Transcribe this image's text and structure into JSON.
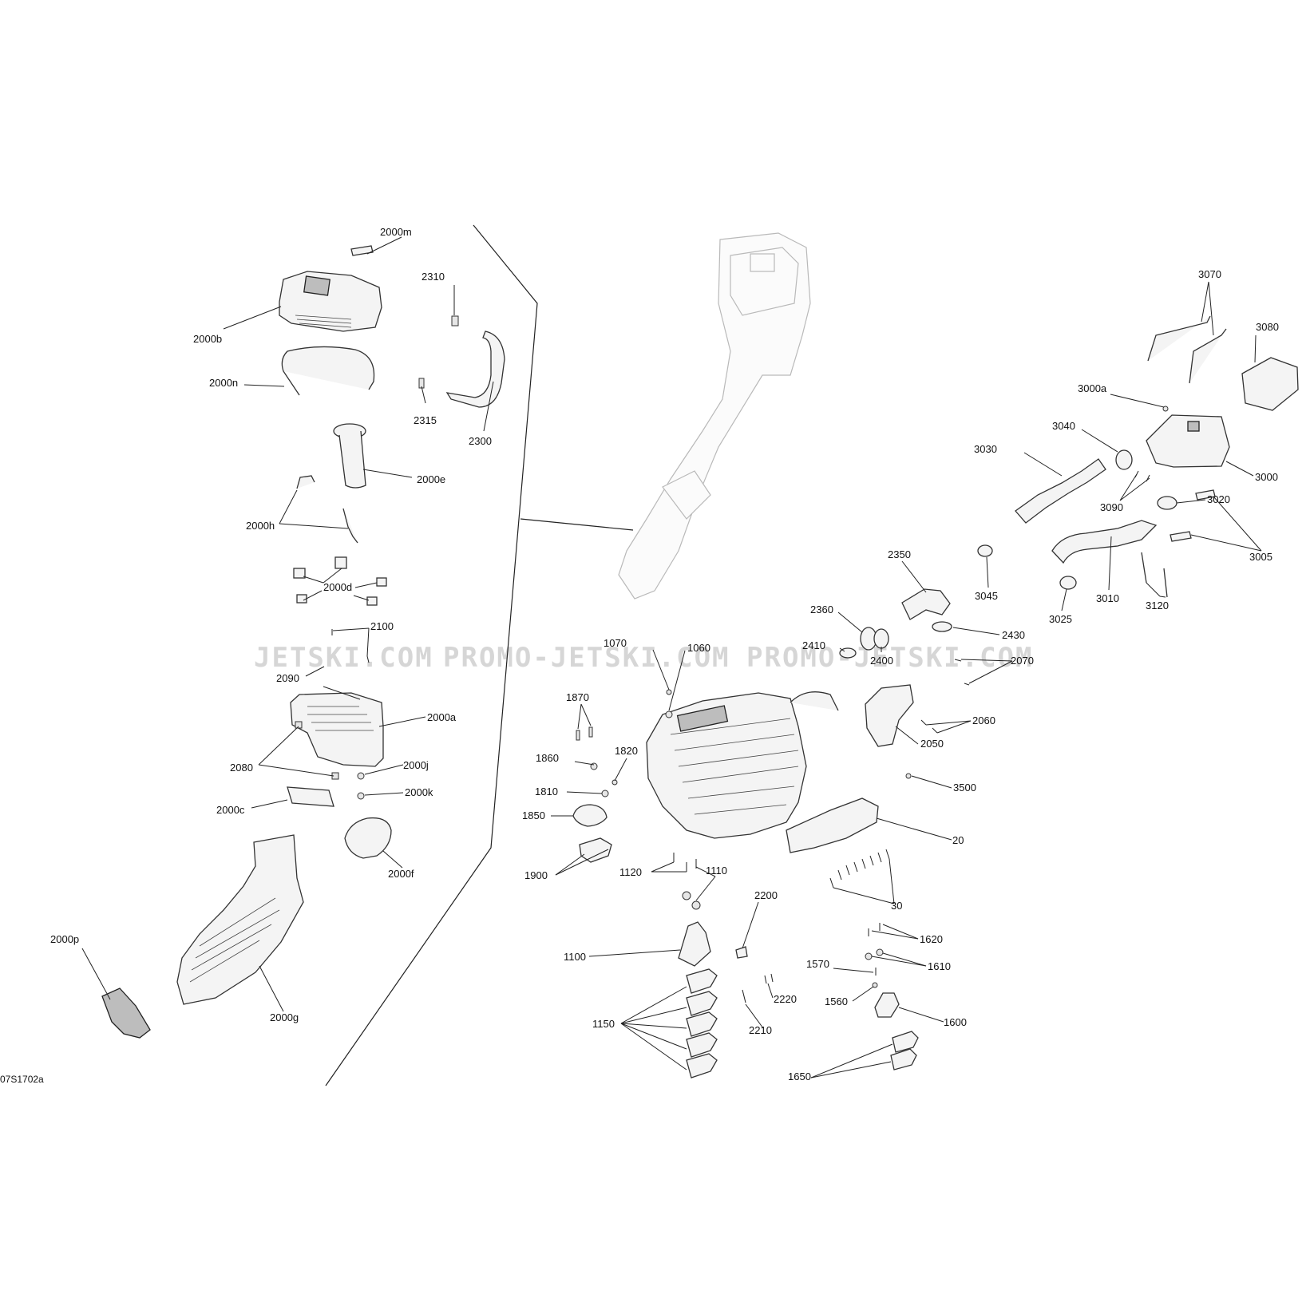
{
  "figure_code": "07S1702a",
  "watermark": [
    "JETSKI.COM",
    "PROMO-JETSKI.COM",
    "PROMO-JETSKI.COM"
  ],
  "callouts": {
    "c2000m": "2000m",
    "c2000b": "2000b",
    "c2310": "2310",
    "c2000n": "2000n",
    "c2315": "2315",
    "c2300": "2300",
    "c2000e": "2000e",
    "c2000h": "2000h",
    "c2000d": "2000d",
    "c2100": "2100",
    "c2090": "2090",
    "c2000a": "2000a",
    "c2080": "2080",
    "c2000j": "2000j",
    "c2000k": "2000k",
    "c2000c": "2000c",
    "c2000f": "2000f",
    "c2000p": "2000p",
    "c2000g": "2000g",
    "c3070": "3070",
    "c3080": "3080",
    "c3000a": "3000a",
    "c3040": "3040",
    "c3030": "3030",
    "c3000": "3000",
    "c3090": "3090",
    "c3020": "3020",
    "c3005": "3005",
    "c2350": "2350",
    "c3045": "3045",
    "c3010": "3010",
    "c3025": "3025",
    "c3120": "3120",
    "c2360": "2360",
    "c2430": "2430",
    "c2410": "2410",
    "c2400": "2400",
    "c2070": "2070",
    "c1070": "1070",
    "c1060": "1060",
    "c1870": "1870",
    "c2060": "2060",
    "c2050": "2050",
    "c1820": "1820",
    "c1860": "1860",
    "c1810": "1810",
    "c3500": "3500",
    "c1850": "1850",
    "c20": "20",
    "c1900": "1900",
    "c1120": "1120",
    "c1110": "1110",
    "c30": "30",
    "c2200": "2200",
    "c1620": "1620",
    "c1100": "1100",
    "c1570": "1570",
    "c1610": "1610",
    "c2220": "2220",
    "c1560": "1560",
    "c1600": "1600",
    "c1150": "1150",
    "c2210": "2210",
    "c1650": "1650"
  }
}
